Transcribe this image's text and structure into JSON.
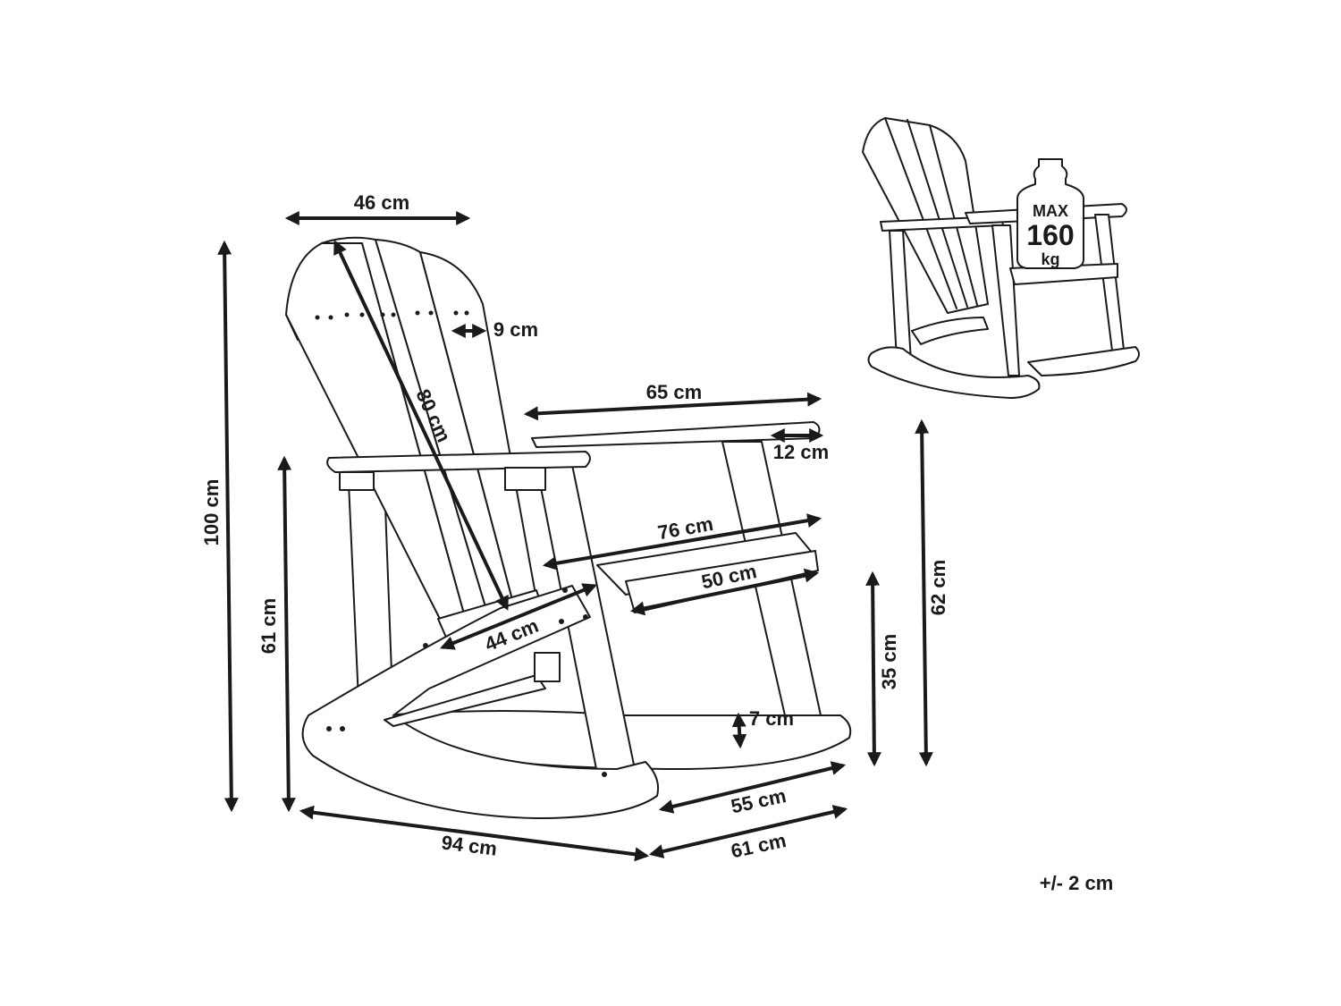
{
  "dimensions": {
    "seat_width_top": "46 cm",
    "total_height": "100 cm",
    "backrest_height": "80 cm",
    "slat_width": "9 cm",
    "armrest_length": "65 cm",
    "armrest_width": "12 cm",
    "armrest_height": "61 cm",
    "seat_depth": "44 cm",
    "outer_width": "76 cm",
    "inner_width": "50 cm",
    "seat_height_front": "35 cm",
    "seat_height_side": "62 cm",
    "rocker_clearance": "7 cm",
    "rocker_spread": "55 cm",
    "total_depth": "94 cm",
    "total_width": "61 cm"
  },
  "weight_badge": {
    "line1": "MAX",
    "line2": "160",
    "line3": "kg"
  },
  "tolerance": "+/- 2 cm",
  "colors": {
    "line": "#1a1a1a",
    "background": "#ffffff"
  }
}
